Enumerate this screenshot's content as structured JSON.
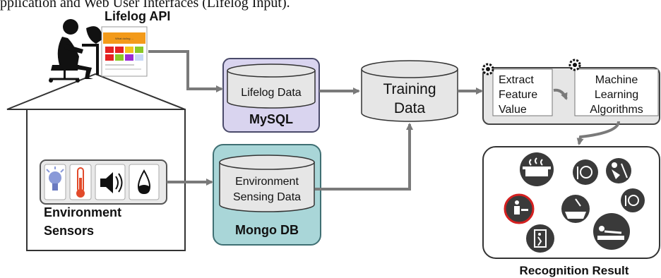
{
  "top_caption": "pplication and Web User Interfaces (Lifelog Input).",
  "lifelog_api": {
    "label": "Lifelog API",
    "screen_title": "What do/ing ..."
  },
  "environment_sensors": {
    "label_line1": "Environment",
    "label_line2": "Sensors"
  },
  "mysql": {
    "db_label": "Lifelog Data",
    "name": "MySQL",
    "fill": "#d9d4ef",
    "border": "#4a4a6a"
  },
  "mongodb": {
    "db_label_line1": "Environment",
    "db_label_line2": "Sensing Data",
    "name": "Mongo DB",
    "fill": "#a9d6d8",
    "border": "#3f6f73"
  },
  "training": {
    "line1": "Training",
    "line2": "Data"
  },
  "pipeline": {
    "step1_line1": "Extract",
    "step1_line2": "Feature",
    "step1_line3": "Value",
    "step2_line1": "Machine",
    "step2_line2": "Learning",
    "step2_line3": "Algorithms"
  },
  "recognition": {
    "label": "Recognition Result"
  },
  "icons": [
    "person-at-computer-icon",
    "tablet-screen-icon",
    "light-bulb-icon",
    "thermometer-icon",
    "speaker-icon",
    "water-drop-icon",
    "gear-icon",
    "cooking-pot-icon",
    "dining-icon",
    "cleaning-icon",
    "working-person-icon",
    "shower-icon",
    "eating-icon",
    "exit-door-icon",
    "sleeping-icon"
  ],
  "colors": {
    "arrow": "#7a7a7a",
    "db_fill": "#e6e6e6",
    "highlight_ring": "#d42020"
  }
}
